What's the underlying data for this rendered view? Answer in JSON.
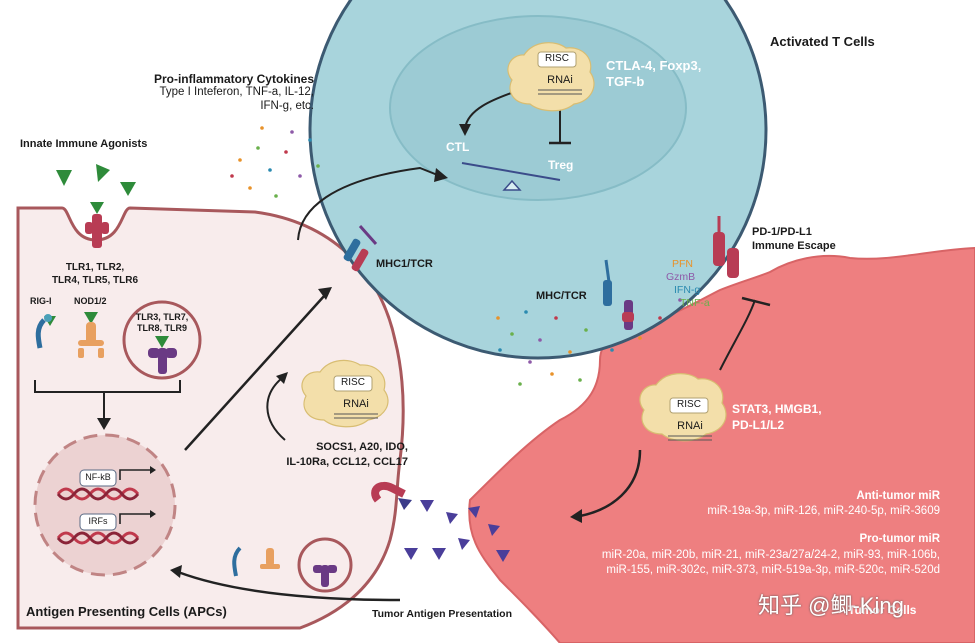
{
  "labels": {
    "activated_t_cells": "Activated T Cells",
    "ctla4": "CTLA-4, Foxp3,",
    "tgfb": "TGF-b",
    "ctl": "CTL",
    "treg": "Treg",
    "risc": "RISC",
    "rnai": "RNAi",
    "cytokines_title": "Pro-inflammatory Cytokines",
    "cytokines_line1": "Type I Inteferon, TNF-a, IL-12,",
    "cytokines_line2": "IFN-g, etc.",
    "innate_agonists": "Innate Immune Agonists",
    "tlr_line1": "TLR1, TLR2,",
    "tlr_line2": "TLR4, TLR5, TLR6",
    "rig_i": "RIG-I",
    "nod": "NOD1/2",
    "tlr_endo_line1": "TLR3, TLR7,",
    "tlr_endo_line2": "TLR8, TLR9",
    "nfkb": "NF-kB",
    "irfs": "IRFs",
    "socs_line1": "SOCS1, A20, IDO,",
    "socs_line2": "IL-10Ra,  CCL12, CCL17",
    "mhc1_tcr": "MHC1/TCR",
    "mhc_tcr": "MHC/TCR",
    "pd1_line1": "PD-1/PD-L1",
    "pd1_line2": "Immune Escape",
    "pfn": "PFN",
    "gzmb": "GzmB",
    "ifng": "IFN-g",
    "tnfa": "TNF-a",
    "stat3_line1": "STAT3, HMGB1,",
    "stat3_line2": "PD-L1/L2",
    "anti_tumor_title": "Anti-tumor miR",
    "anti_tumor_list": "miR-19a-3p, miR-126, miR-240-5p, miR-3609",
    "pro_tumor_title": "Pro-tumor miR",
    "pro_tumor_line1": "miR-20a, miR-20b, miR-21, miR-23a/27a/24-2, miR-93, miR-106b,",
    "pro_tumor_line2": "miR-155, miR-302c, miR-373, miR-519a-3p, miR-520c, miR-520d",
    "tumor_cells": "Tumor Cells",
    "apc": "Antigen Presenting Cells (APCs)",
    "tumor_antigen": "Tumor Antigen Presentation",
    "watermark": "知乎 @鲫-King"
  },
  "colors": {
    "t_cell_outer": "#a8d4dc",
    "t_cell_inner": "#9ccbd4",
    "t_cell_border": "#3c5a72",
    "apc_fill": "#f8ecec",
    "apc_border": "#a8585c",
    "tumor_fill": "#ee7f80",
    "nucleus_fill": "#ecd2d2",
    "risc_fill": "#f3dfaa",
    "agonist_green": "#2e8b3a",
    "receptor_red": "#b83c54",
    "receptor_purple": "#6a3a84",
    "receptor_orange": "#e8a060",
    "receptor_blue": "#2e6e9e",
    "pfn_color": "#e8922a",
    "gzmb_color": "#8e5aa8",
    "ifng_color": "#2a8ab0",
    "tnfa_color": "#6ab04c"
  }
}
